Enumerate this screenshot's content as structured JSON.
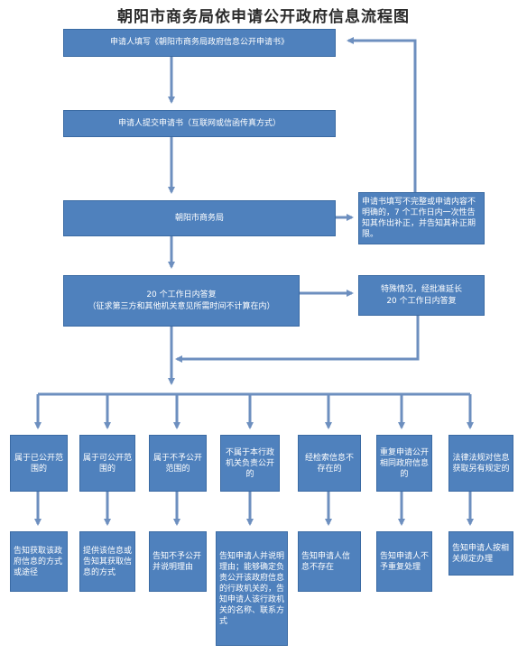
{
  "title": "朝阳市商务局依申请公开政府信息流程图",
  "colors": {
    "box_fill": "#4f81bd",
    "arrow": "#6d8fbf",
    "text": "#ffffff"
  },
  "main_flow": {
    "fill_form": "申请人填写《朝阳市商务局政府信息公开申请书》",
    "submit_form": "申请人提交申请书（互联网或信函传真方式）",
    "bureau": "朝阳市商务局",
    "reply": "20 个工作日内答复\n（征求第三方和其他机关意见所需时间不计算在内）"
  },
  "side_flow": {
    "incomplete": "申请书填写不完整或申请内容不明确的，7 个工作日内一次性告知其作出补正，并告知其补正期限。",
    "extension": "特殊情况，经批准延长\n20 个工作日内答复"
  },
  "categories": [
    {
      "case": "属于已公开范围的",
      "result": "告知获取该政府信息的方式或途径"
    },
    {
      "case": "属于可公开范围的",
      "result": "提供该信息或告知其获取信息的方式"
    },
    {
      "case": "属于不予公开范围的",
      "result": "告知不予公开并说明理由"
    },
    {
      "case": "不属于本行政机关负责公开的",
      "result": "告知申请人并说明理由；能够确定负责公开该政府信息的行政机关的，告知申请人该行政机关的名称、联系方式"
    },
    {
      "case": "经检索信息不存在的",
      "result": "告知申请人信息不存在"
    },
    {
      "case": "重复申请公开相同政府信息的",
      "result": "告知申请人不予重复处理"
    },
    {
      "case": "法律法规对信息获取另有规定的",
      "result": "告知申请人按相关规定办理"
    }
  ]
}
